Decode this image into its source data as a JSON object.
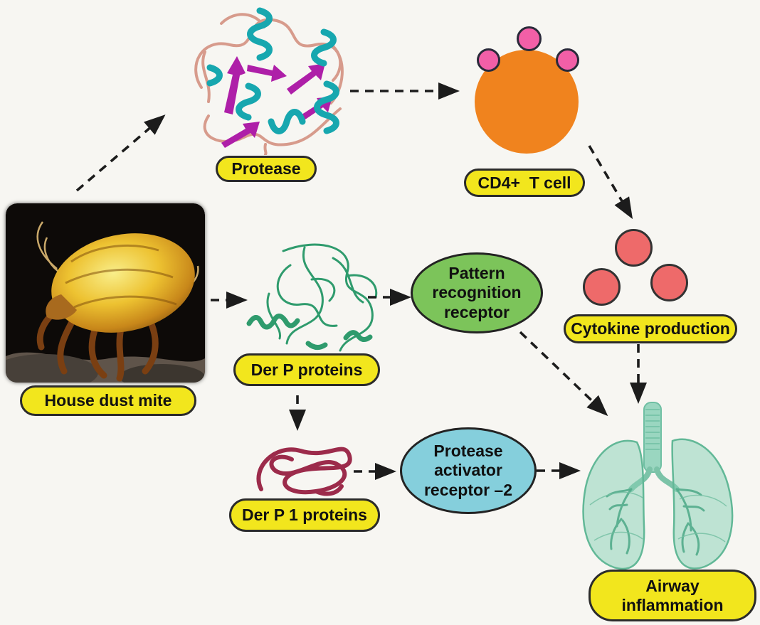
{
  "background": "#f7f6f2",
  "colors": {
    "label_fill": "#f2e61d",
    "label_border": "#2b2b2b",
    "arrow": "#1c1c1c",
    "cd4_body": "#f0831e",
    "cd4_receptor": "#f25fa7",
    "cytokine_dot": "#ee6a6a",
    "prr_fill": "#7cc45a",
    "par2_fill": "#85cfdc",
    "der_p_ribbon": "#2f9b6d",
    "der_p1_ribbon": "#9c2b4b",
    "protease_helix": "#17a7af",
    "protease_sheet": "#ae1fa8",
    "protease_loop": "#d79b8c",
    "lungs": "#7fcbb1",
    "mite_body": "#e8b427"
  },
  "nodes": {
    "protease": {
      "label": "Protease"
    },
    "cd4_t_cell": {
      "label": "CD4+  T cell"
    },
    "house_dust_mite": {
      "label": "House dust mite"
    },
    "der_p_proteins": {
      "label": "Der P proteins"
    },
    "pattern_recognition_receptor": {
      "line1": "Pattern",
      "line2": "recognition",
      "line3": "receptor"
    },
    "cytokine_production": {
      "label": "Cytokine production"
    },
    "der_p_1_proteins": {
      "label": "Der P 1 proteins"
    },
    "protease_activator_receptor_2": {
      "line1": "Protease",
      "line2": "activator",
      "line3": "receptor –2"
    },
    "airway_inflammation": {
      "line1": "Airway",
      "line2": "inflammation"
    }
  },
  "arrows": [
    {
      "from": "house-dust-mite",
      "to": "protease"
    },
    {
      "from": "protease",
      "to": "cd4-t-cell"
    },
    {
      "from": "cd4-t-cell",
      "to": "cytokine-production"
    },
    {
      "from": "house-dust-mite",
      "to": "der-p-proteins"
    },
    {
      "from": "der-p-proteins",
      "to": "pattern-recognition-receptor"
    },
    {
      "from": "der-p-proteins",
      "to": "der-p-1-proteins"
    },
    {
      "from": "der-p-1-proteins",
      "to": "protease-activator-receptor-2"
    },
    {
      "from": "pattern-recognition-receptor",
      "to": "airway-inflammation"
    },
    {
      "from": "cytokine-production",
      "to": "airway-inflammation"
    },
    {
      "from": "protease-activator-receptor-2",
      "to": "airway-inflammation"
    }
  ]
}
